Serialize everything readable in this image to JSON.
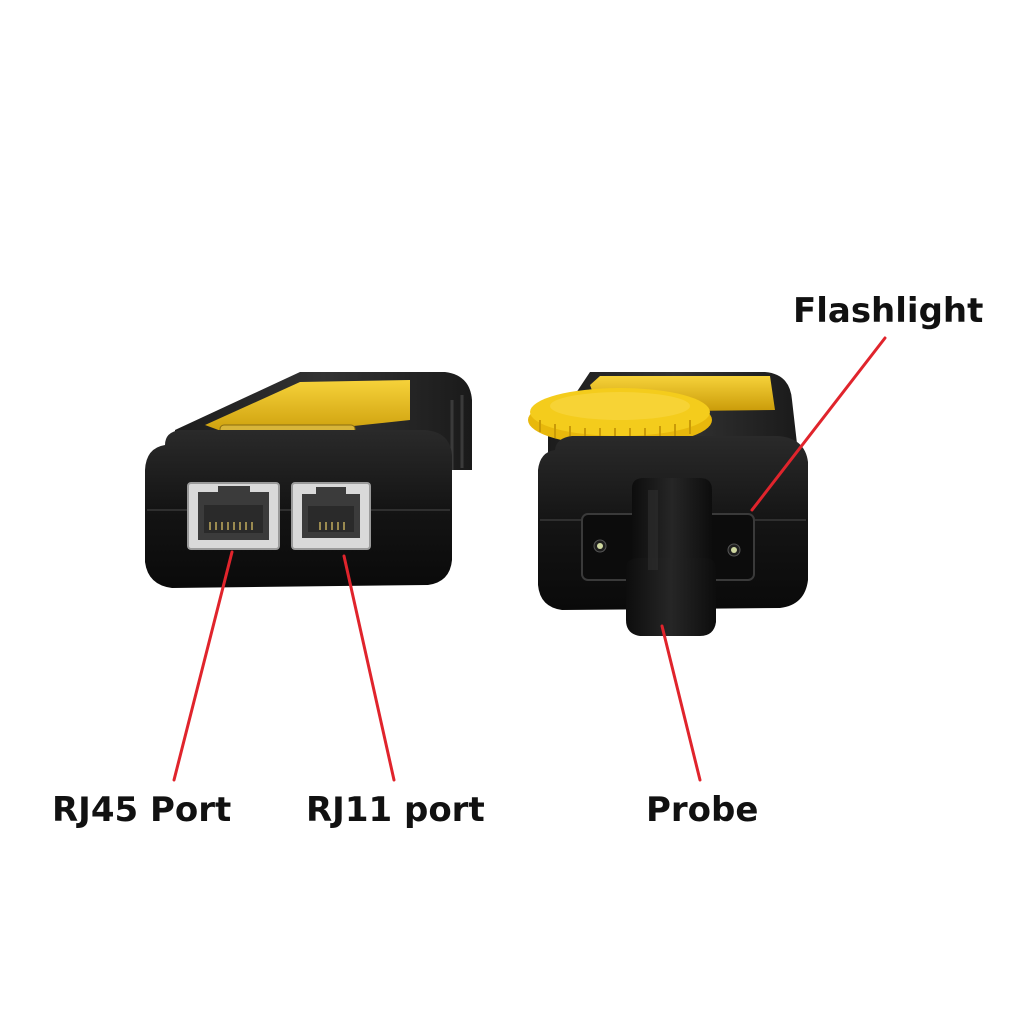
{
  "labels": {
    "flashlight": "Flashlight",
    "rj45": "RJ45 Port",
    "rj11": "RJ11 port",
    "probe": "Probe"
  },
  "colors": {
    "callout_line": "#e0242c",
    "body": "#151515",
    "accent_yellow": "#f2c414",
    "port_frame": "#cfcfcf",
    "background": "#ffffff"
  },
  "icons": {
    "rj45": "rj45-jack-icon",
    "rj11": "rj11-jack-icon",
    "flashlight_led": "led-icon"
  }
}
